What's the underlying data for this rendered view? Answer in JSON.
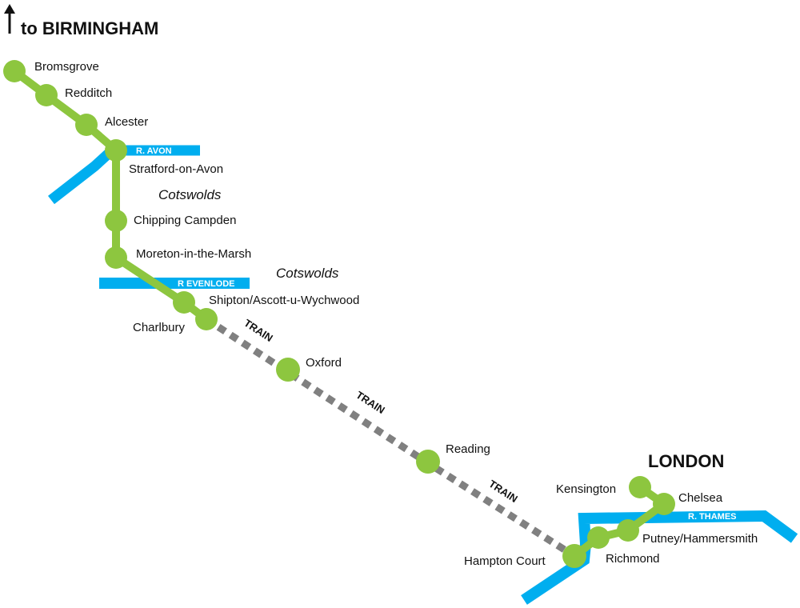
{
  "header": {
    "direction": "to BIRMINGHAM"
  },
  "city": "LONDON",
  "regions": [
    "Cotswolds",
    "Cotswolds"
  ],
  "rivers": [
    {
      "key": "avon",
      "label": "R. AVON"
    },
    {
      "key": "evenlode",
      "label": "R EVENLODE"
    },
    {
      "key": "thames",
      "label": "R. THAMES"
    }
  ],
  "train_label": "TRAIN",
  "stops": [
    {
      "name": "Bromsgrove"
    },
    {
      "name": "Redditch"
    },
    {
      "name": "Alcester"
    },
    {
      "name": "Stratford-on-Avon"
    },
    {
      "name": "Chipping Campden"
    },
    {
      "name": "Moreton-in-the-Marsh"
    },
    {
      "name": "Charlbury"
    },
    {
      "name": "Shipton/Ascott-u-Wychwood"
    },
    {
      "name": "Oxford"
    },
    {
      "name": "Reading"
    },
    {
      "name": "Hampton Court"
    },
    {
      "name": "Richmond"
    },
    {
      "name": "Putney/Hammersmith"
    },
    {
      "name": "Chelsea"
    },
    {
      "name": "Kensington"
    }
  ],
  "colors": {
    "route": "#8dc63f",
    "river": "#00aeef",
    "train": "#808080",
    "text": "#111111"
  }
}
